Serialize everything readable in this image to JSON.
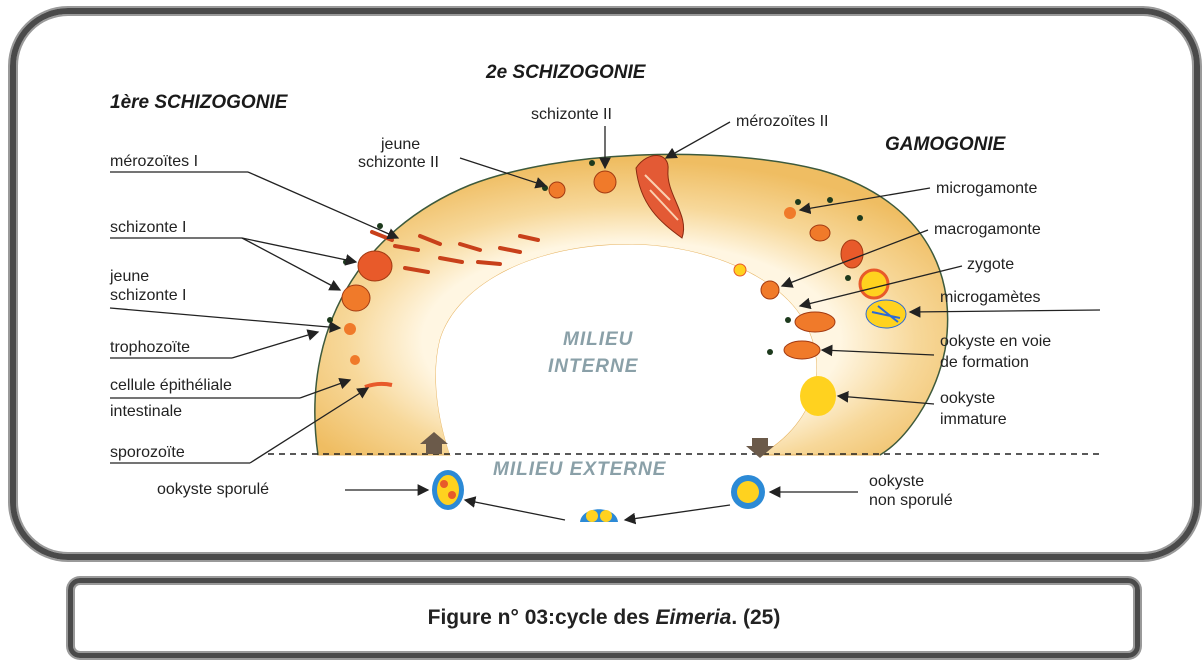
{
  "headings": {
    "schizogonie1": "1ère SCHIZOGONIE",
    "schizogonie2": "2e SCHIZOGONIE",
    "gamogonie": "GAMOGONIE"
  },
  "regions": {
    "milieu_interne_1": "MILIEU",
    "milieu_interne_2": "INTERNE",
    "milieu_externe": "MILIEU EXTERNE"
  },
  "labels": {
    "merozoites_1": "mérozoïtes I",
    "schizonte_1": "schizonte I",
    "jeune_schizonte_1_a": "jeune",
    "jeune_schizonte_1_b": "schizonte I",
    "trophozoite": "trophozoïte",
    "cellule_epitheliale": "cellule épithéliale",
    "intestinale": "intestinale",
    "sporozoite": "sporozoïte",
    "ookyste_sporule": "ookyste sporulé",
    "jeune_schizonte_2_a": "jeune",
    "jeune_schizonte_2_b": "schizonte II",
    "schizonte_2": "schizonte II",
    "merozoites_2": "mérozoïtes II",
    "microgamonte": "microgamonte",
    "macrogamonte": "macrogamonte",
    "zygote": "zygote",
    "microgametes": "microgamètes",
    "ookyste_formation_a": "ookyste en voie",
    "ookyste_formation_b": "de formation",
    "ookyste_immature_a": "ookyste",
    "ookyste_immature_b": "immature",
    "ookyste_non_sporule_a": "ookyste",
    "ookyste_non_sporule_b": "non sporulé"
  },
  "caption": {
    "prefix": "Figure n° 03:cycle des ",
    "genus": "Eimeria",
    "suffix": ". (25)"
  },
  "colors": {
    "tissue": "#f6cf86",
    "tissue_edge": "#e9b45a",
    "cell_red": "#e85a2a",
    "cell_yellow": "#ffd21f",
    "ookyste_blue": "#2c8ad6"
  }
}
